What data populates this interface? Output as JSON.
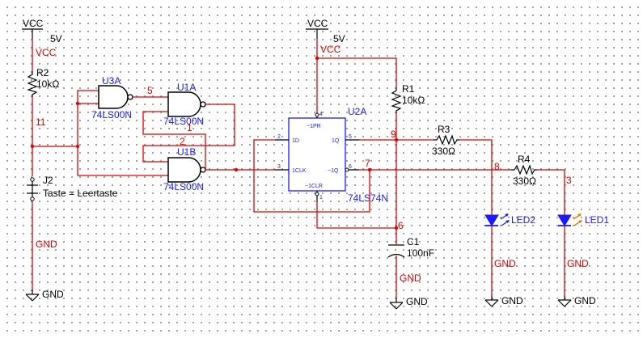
{
  "colors": {
    "wire": "#e00000",
    "component": "#000000",
    "refdes": "#1a1aff",
    "ic_box": "#1a1aff",
    "led": "#1a1aff",
    "led_arrow_led1": "#f07800",
    "background": "#ffffff",
    "grid_dot": "#8c8c8c"
  },
  "icons": [
    "vcc-supply-symbol",
    "ground-symbol",
    "resistor-symbol",
    "capacitor-symbol",
    "nand-gate-symbol",
    "led-symbol",
    "switch-symbol",
    "flipflop-ic-symbol",
    "junction-dot"
  ],
  "power": {
    "vcc_left": {
      "label": "VCC",
      "voltage": "5V",
      "net": "VCC"
    },
    "vcc_mid": {
      "label": "VCC",
      "voltage": "5V",
      "net": "VCC"
    },
    "gnd_label": "GND"
  },
  "components": {
    "r2": {
      "ref": "R2",
      "value": "10kΩ"
    },
    "r1": {
      "ref": "R1",
      "value": "10kΩ"
    },
    "r3": {
      "ref": "R3",
      "value": "330Ω"
    },
    "r4": {
      "ref": "R4",
      "value": "330Ω"
    },
    "c1": {
      "ref": "C1",
      "value": "100nF"
    },
    "j2": {
      "ref": "J2",
      "value": "Taste = Leertaste"
    },
    "u3a": {
      "ref": "U3A",
      "part": "74LS00N"
    },
    "u1a": {
      "ref": "U1A",
      "part": "74LS00N"
    },
    "u1b": {
      "ref": "U1B",
      "part": "74LS00N"
    },
    "u2a": {
      "ref": "U2A",
      "part": "74LS74N",
      "pins": {
        "pr": "~1PR",
        "d": "1D",
        "q": "1Q",
        "clk": "1CLK",
        "nq": "~1Q",
        "clr": "~1CLR"
      },
      "pin_numbers": {
        "pr": "4",
        "d": "2",
        "q": "5",
        "clk": "3",
        "nq": "6",
        "clr": "1"
      }
    },
    "led1": {
      "ref": "LED1"
    },
    "led2": {
      "ref": "LED2"
    }
  },
  "nets": {
    "n11": "11",
    "n5": "5",
    "n1": "1",
    "n2": "2",
    "n9": "9",
    "n7": "7",
    "n8": "8",
    "n3": "3",
    "n6": "6"
  }
}
